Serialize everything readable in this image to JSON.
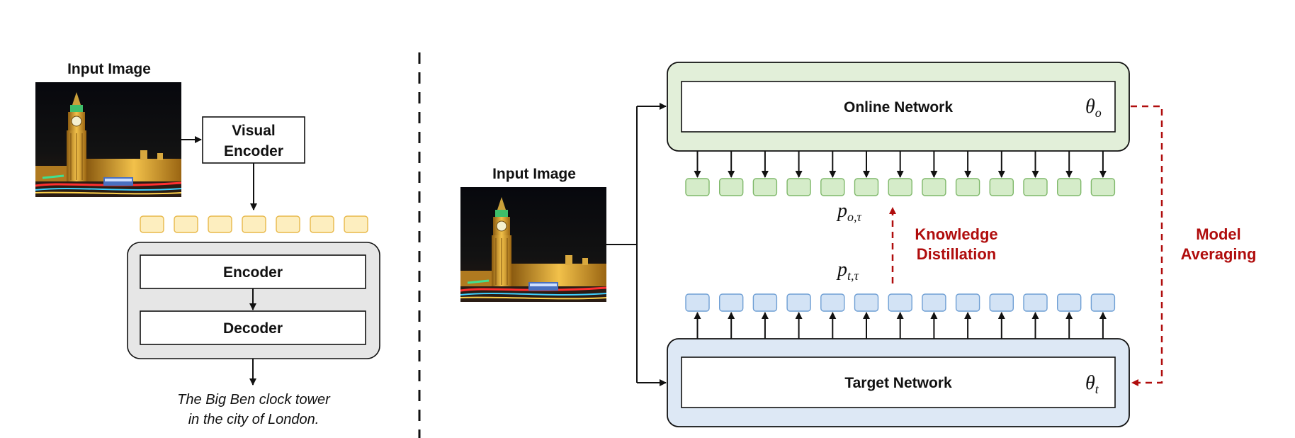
{
  "left_panel": {
    "input_title": "Input Image",
    "visual_encoder_line1": "Visual",
    "visual_encoder_line2": "Encoder",
    "encoder_label": "Encoder",
    "decoder_label": "Decoder",
    "caption_line1": "The Big Ben clock tower",
    "caption_line2": "in the city of London.",
    "token_count": 7
  },
  "right_panel": {
    "input_title": "Input Image",
    "online_label": "Online Network",
    "online_param": "θ",
    "online_param_sub": "o",
    "target_label": "Target Network",
    "target_param": "θ",
    "target_param_sub": "t",
    "p_online": "p",
    "p_online_sub": "o,τ",
    "p_target": "p",
    "p_target_sub": "t,τ",
    "kd_line1": "Knowledge",
    "kd_line2": "Distillation",
    "ma_line1": "Model",
    "ma_line2": "Averaging",
    "output_token_count": 13
  },
  "colors": {
    "token_yellow_fill": "#fdeebf",
    "token_yellow_stroke": "#e8b84a",
    "online_fill": "#e2efd9",
    "online_token_fill": "#d5ecc9",
    "online_token_stroke": "#7fb86a",
    "target_fill": "#dde8f5",
    "target_token_fill": "#d3e3f5",
    "target_token_stroke": "#6f9fd4",
    "encdec_fill": "#e6e6e6",
    "accent_red": "#b00d0d"
  }
}
